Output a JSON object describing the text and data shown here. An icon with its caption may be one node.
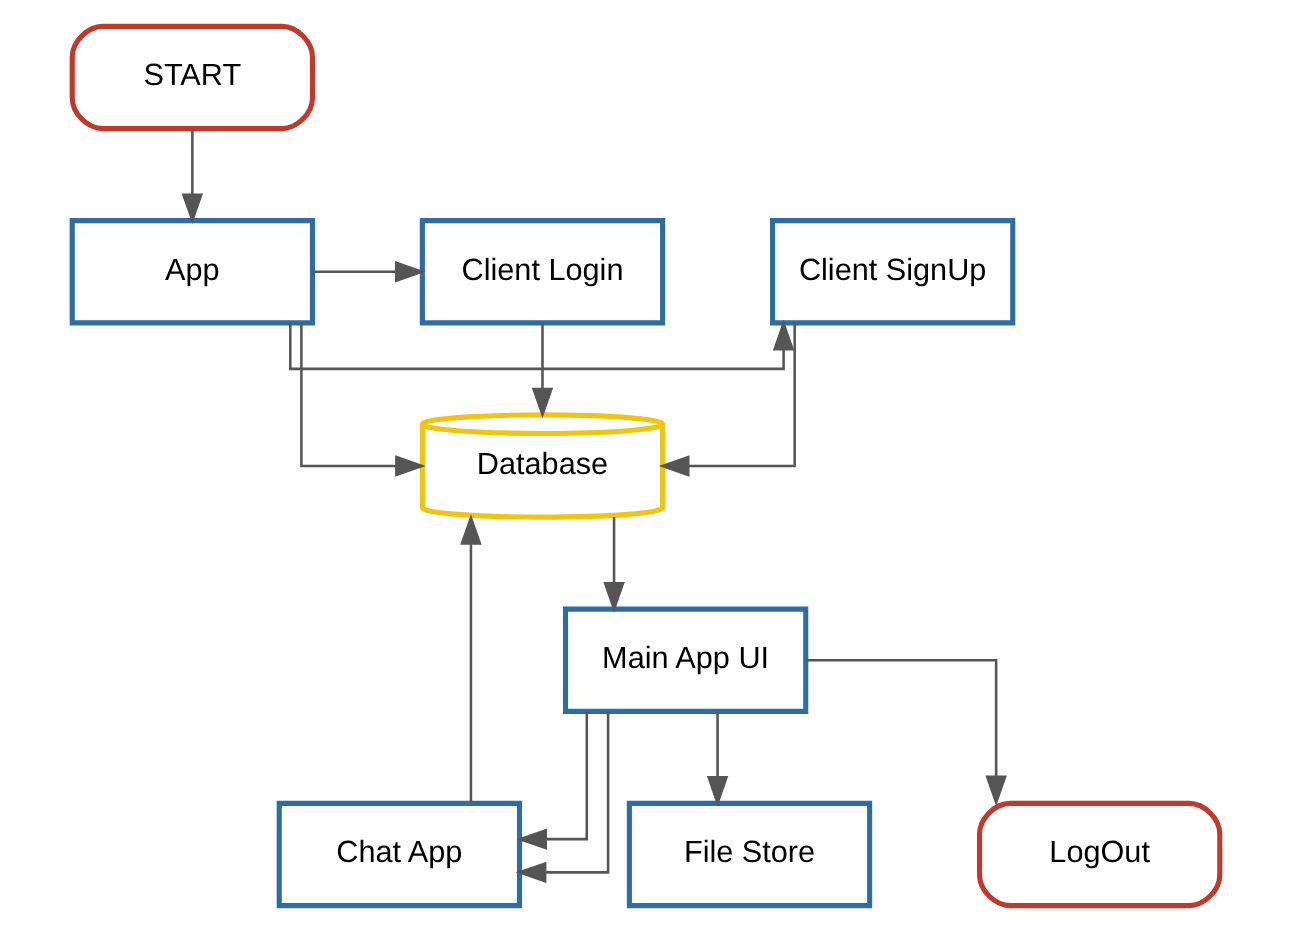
{
  "diagram": {
    "nodes": [
      {
        "text": [
          "START"
        ]
      },
      {
        "text": [
          "App"
        ]
      },
      {
        "text": [
          "Client SignUp"
        ]
      },
      {
        "text": [
          "Client Login"
        ]
      },
      {
        "text": [
          "Database"
        ]
      },
      {
        "text": [
          "Main App UI"
        ]
      },
      {
        "text": [
          "Chat App"
        ]
      },
      {
        "text": [
          "File Store"
        ]
      },
      {
        "text": [
          "LogOut"
        ]
      }
    ],
    "edges": [
      {
        "from": 0,
        "to": 1,
        "arrow": "to"
      },
      {
        "from": 1,
        "to": 2,
        "arrow": "to"
      },
      {
        "from": 1,
        "to": 3,
        "arrow": "to"
      },
      {
        "from": 1,
        "to": 4,
        "arrow": "to"
      },
      {
        "from": 2,
        "to": 4,
        "arrow": "to"
      },
      {
        "from": 3,
        "to": 4,
        "arrow": "to"
      },
      {
        "from": 6,
        "to": 4,
        "arrow": "to"
      },
      {
        "from": 4,
        "to": 5,
        "arrow": "to"
      },
      {
        "from": 5,
        "to": 6,
        "arrow": "to"
      },
      {
        "from": 5,
        "to": 8,
        "arrow": "to"
      },
      {
        "from": 5,
        "to": 6,
        "arrow": "to"
      },
      {
        "from": 5,
        "to": 7,
        "arrow": "to"
      }
    ]
  }
}
